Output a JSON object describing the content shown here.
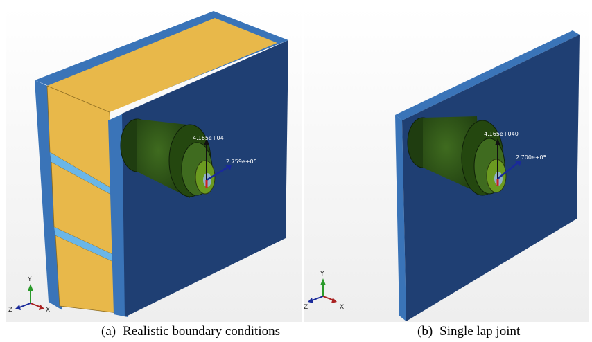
{
  "panel_a": {
    "caption_tag": "(a)",
    "caption_text": "Realistic boundary conditions",
    "load_vertical": "4.165e+04",
    "load_axial": "2.759e+05",
    "triad": {
      "y": "Y",
      "z": "Z",
      "x": "X"
    }
  },
  "panel_b": {
    "caption_tag": "(b)",
    "caption_text": "Single lap joint",
    "load_vertical": "4.165e+040",
    "load_axial": "2.700e+05",
    "triad": {
      "y": "Y",
      "z": "Z",
      "x": "X"
    }
  },
  "colors": {
    "plate": "#1f3f73",
    "plate_edge": "#3a74b8",
    "insert": "#e8b84a",
    "bolt": "#2c5a1a",
    "bolt_highlight": "#6b9a20",
    "arrow_red": "#cc2222",
    "arrow_blue": "#1a2a9a"
  }
}
